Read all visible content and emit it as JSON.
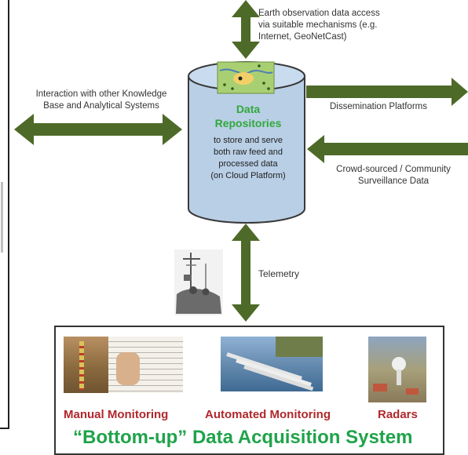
{
  "top_arrow_text": {
    "line1": "Earth observation data access",
    "line2": "via suitable mechanisms (e.g.",
    "line3": "Internet, GeoNetCast)"
  },
  "left_arrow_text": {
    "line1": "Interaction with other Knowledge",
    "line2": "Base and Analytical Systems"
  },
  "right_top_text": "Dissemination Platforms",
  "right_bottom_text": {
    "line1": "Crowd-sourced / Community",
    "line2": "Surveillance Data"
  },
  "repository": {
    "title_line1": "Data",
    "title_line2": "Repositories",
    "desc_line1": "to store and serve",
    "desc_line2": "both raw feed and",
    "desc_line3": "processed data",
    "desc_line4": "(on Cloud Platform)"
  },
  "telemetry_label": "Telemetry",
  "acquisition": {
    "manual": "Manual Monitoring",
    "automated": "Automated Monitoring",
    "radars": "Radars",
    "title": "“Bottom-up” Data Acquisition System"
  },
  "colors": {
    "arrow": "#4e6a28",
    "cylinder_fill": "#b9cfe6",
    "cylinder_stroke": "#3a3a3a",
    "repository_title": "#31a83a",
    "monitoring_labels": "#b0282c",
    "system_title": "#1fa34a"
  }
}
